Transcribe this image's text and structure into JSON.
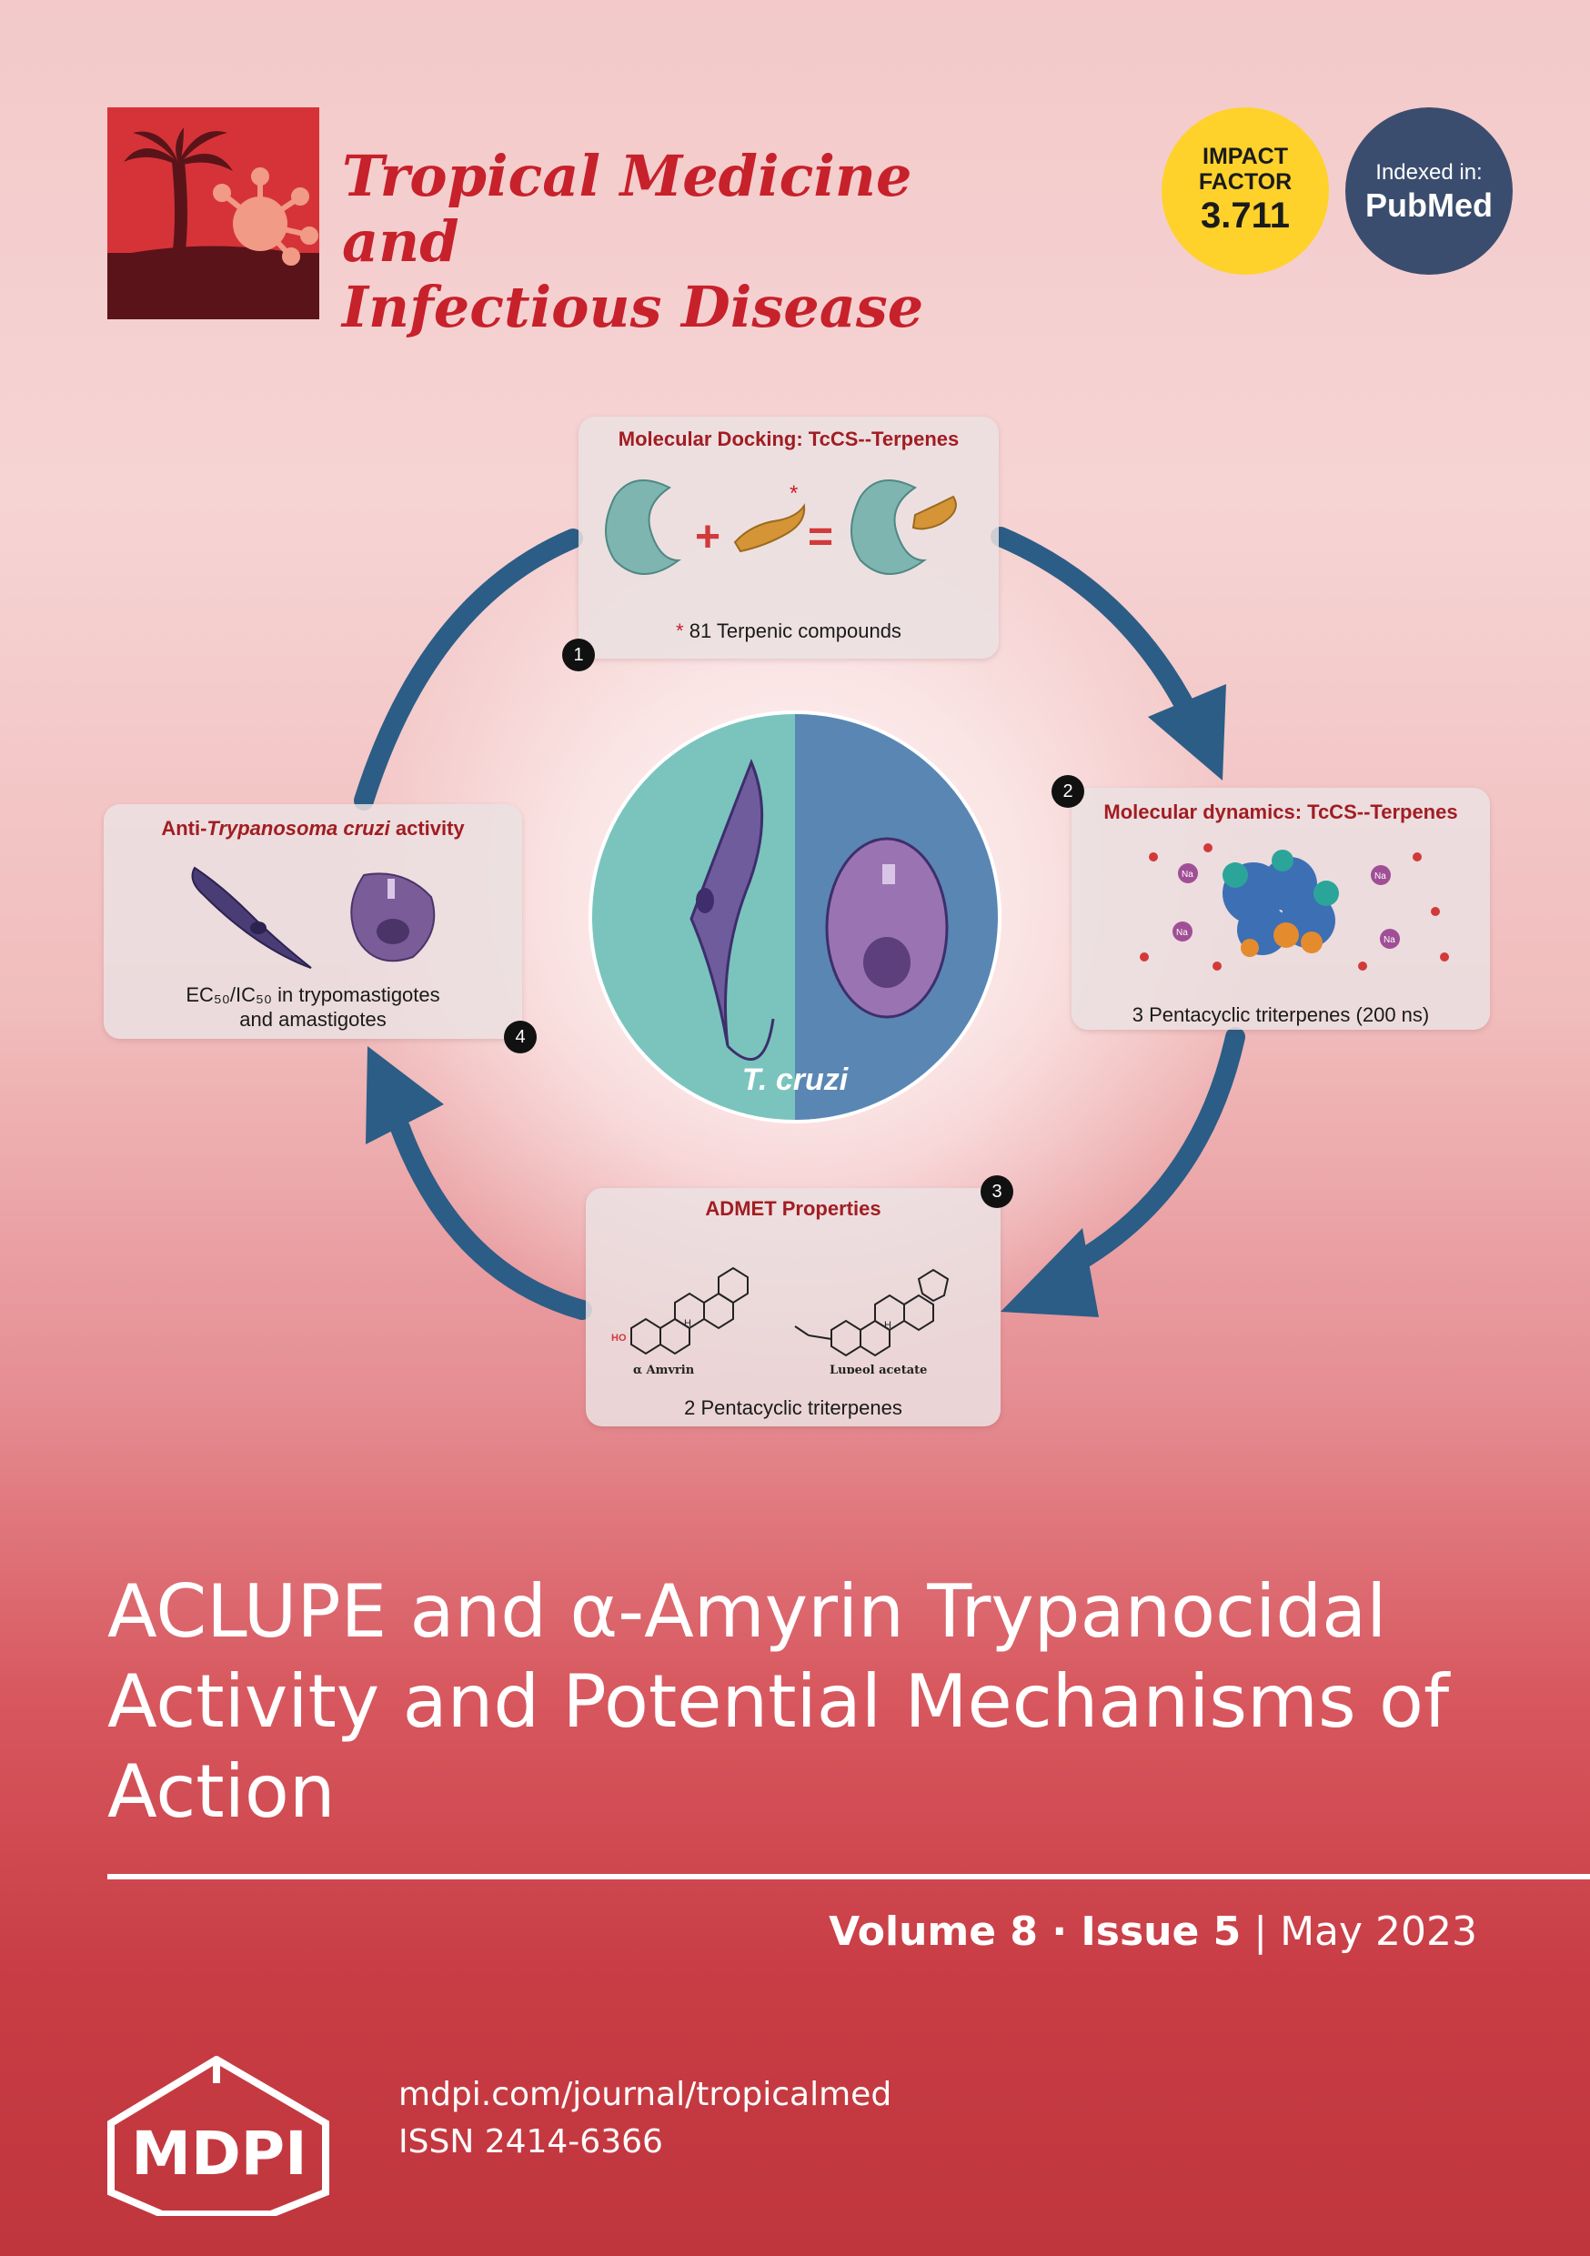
{
  "journal": {
    "title_line1": "Tropical Medicine and",
    "title_line2": "Infectious Disease"
  },
  "badges": {
    "impact_factor": {
      "line1": "IMPACT",
      "line2": "FACTOR",
      "value": "3.711",
      "color": "#fed22b"
    },
    "indexed": {
      "label": "Indexed in:",
      "value": "PubMed",
      "color": "#3b4d6e"
    }
  },
  "figure": {
    "center_label": "T. cruzi",
    "panels": [
      {
        "number": "1",
        "title": "Molecular Docking: TcCS--Terpenes",
        "caption": "81 Terpenic compounds",
        "asterisk": "*"
      },
      {
        "number": "2",
        "title": "Molecular dynamics: TcCS--Terpenes",
        "caption": "3 Pentacyclic triterpenes (200 ns)",
        "na_label": "Na"
      },
      {
        "number": "3",
        "title": "ADMET Properties",
        "caption": "2 Pentacyclic triterpenes",
        "compound_a": "α Amyrin",
        "compound_b": "Lupeol acetate",
        "ho_label": "HO",
        "h_label": "H"
      },
      {
        "number": "4",
        "title_prefix": "Anti-",
        "title_italic": "Trypanosoma cruzi",
        "title_suffix": " activity",
        "caption_line1": "EC₅₀/IC₅₀ in trypomastigotes",
        "caption_line2": "and amastigotes"
      }
    ],
    "arrow_color": "#2b5d86"
  },
  "article": {
    "title": "ACLUPE and α-Amyrin Trypanocidal Activity and Potential Mechanisms of Action"
  },
  "issue": {
    "volume": "Volume 8",
    "separator": " · ",
    "issue": "Issue 5",
    "bar": " | ",
    "date": "May 2023"
  },
  "publisher": {
    "logo_text": "MDPI",
    "url": "mdpi.com/journal/tropicalmed",
    "issn": "ISSN 2414-6366"
  },
  "colors": {
    "brand_red": "#c7212b",
    "logo_dark": "#5a1419",
    "logo_red": "#d63339"
  }
}
